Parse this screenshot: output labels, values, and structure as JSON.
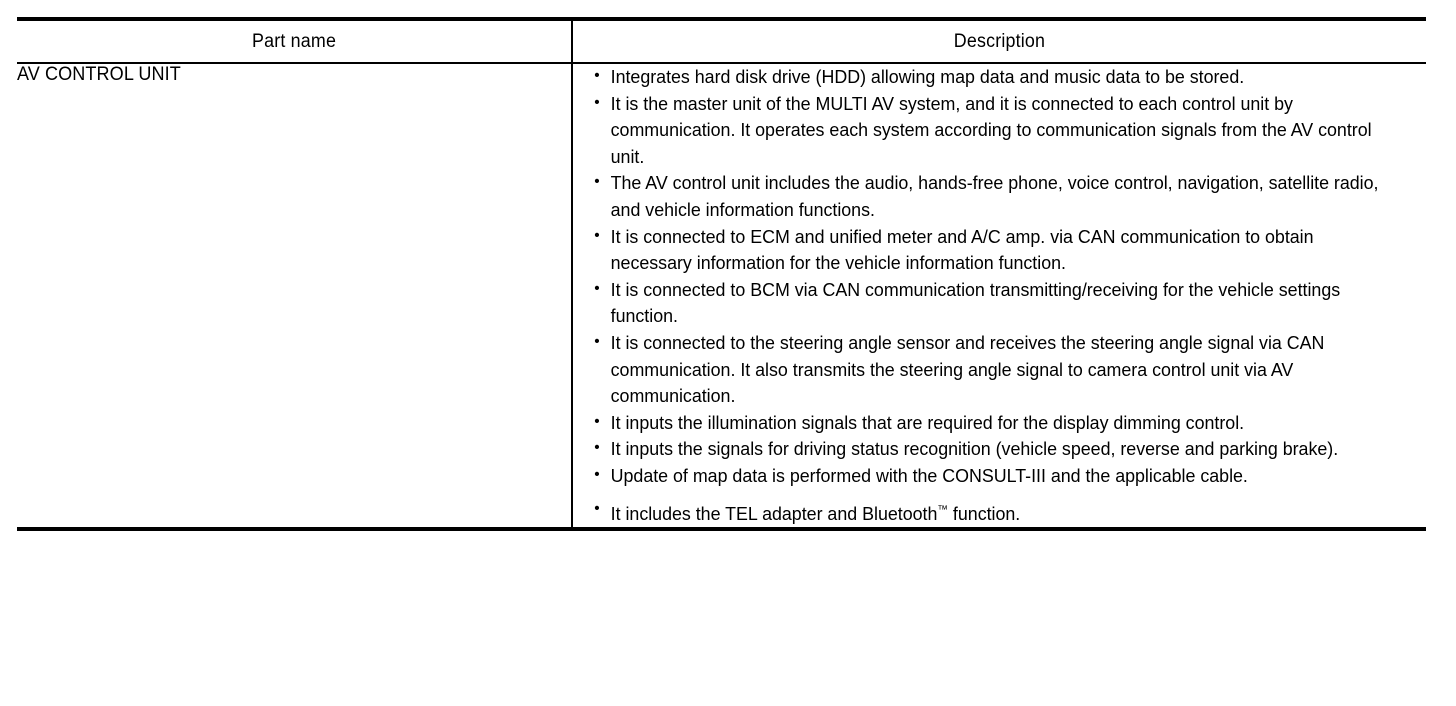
{
  "table": {
    "headers": {
      "part_name": "Part name",
      "description": "Description"
    },
    "rows": [
      {
        "part_name": "AV CONTROL UNIT",
        "description_bullets": [
          "Integrates hard disk drive (HDD) allowing map data and music data to be stored.",
          "It is the master unit of the MULTI AV system, and it is connected to each control unit by communication. It operates each system according to communication signals from the AV control unit.",
          "The AV control unit includes the audio, hands-free phone, voice control, navigation, satellite radio, and vehicle information functions.",
          "It is connected to ECM and unified meter and A/C amp. via CAN communication to obtain necessary information for the vehicle information function.",
          "It is connected to BCM via CAN communication transmitting/receiving for the vehicle settings function.",
          "It is connected to the steering angle sensor and receives the steering angle signal via CAN communication. It also transmits the steering angle signal to camera control unit via AV communication.",
          "It inputs the illumination signals that are required for the display dimming control.",
          "It inputs the signals for driving status recognition (vehicle speed, reverse and parking brake).",
          "Update of map data is performed with the CONSULT-III and the applicable cable."
        ],
        "description_last_bullet": {
          "before_tm": "It includes the TEL adapter and Bluetooth",
          "tm_symbol": "™",
          "after_tm": " function."
        }
      }
    ]
  },
  "style": {
    "text_color": "#000000",
    "background_color": "#ffffff",
    "rule_color": "#000000"
  }
}
